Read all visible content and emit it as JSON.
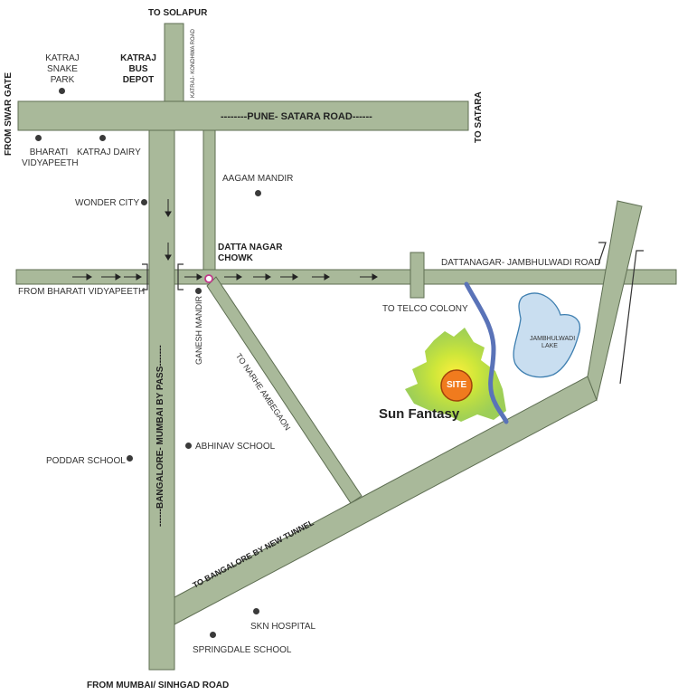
{
  "labels": {
    "to_solapur": "TO SOLAPUR",
    "katraj_snake_park": "KATRAJ SNAKE PARK",
    "katraj_bus_depot": "KATRAJ BUS DEPOT",
    "katraj_kondhwa_road": "KATRAJ- KONDHWA ROAD",
    "from_swargate": "FROM SWAR GATE",
    "pune_satara_road": "--------PUNE- SATARA ROAD------",
    "to_satara": "TO SATARA",
    "bharati_vidyapeeth": "BHARATI VIDYAPEETH",
    "katraj_dairy": "KATRAJ DAIRY",
    "aagam_mandir": "AAGAM MANDIR",
    "wonder_city": "WONDER CITY",
    "datta_nagar_chowk": "DATTA NAGAR CHOWK",
    "dattanagar_road": "DATTANAGAR- JAMBHULWADI ROAD",
    "from_bharati_vidyapeeth": "FROM BHARATI VIDYAPEETH",
    "to_telco_colony": "TO TELCO COLONY",
    "jambhulwadi_lake": "JAMBHULWADI LAKE",
    "ganesh_mandir": "GANESH MANDIR",
    "to_narhe_ambegaon": "TO NARHE AMBEGAON",
    "site": "SITE",
    "sun_fantasy": "Sun Fantasy",
    "bypass": "------BANGALORE- MUMBAI BY PASS-------",
    "abhinav_school": "ABHINAV SCHOOL",
    "poddar_school": "PODDAR SCHOOL",
    "to_bangalore_tunnel": "TO BANGALORE BY NEW TUNNEL",
    "skn_hospital": "SKN HOSPITAL",
    "springdale_school": "SPRINGDALE SCHOOL",
    "from_mumbai_sinhgad": "FROM MUMBAI/ SINHGAD  ROAD"
  },
  "colors": {
    "road": "#a9b99a",
    "road_edge": "#5e6e52",
    "lake": "#c9def0",
    "lake_edge": "#3e7fb0",
    "river": "#5a73b8",
    "site_fill": "#f07b1e",
    "site_edge": "#a0430b",
    "greenery": "#9bd140"
  },
  "icons": {
    "place_marker": "dot-icon",
    "direction": "arrow-icon",
    "junction": "junction-circle-icon"
  }
}
